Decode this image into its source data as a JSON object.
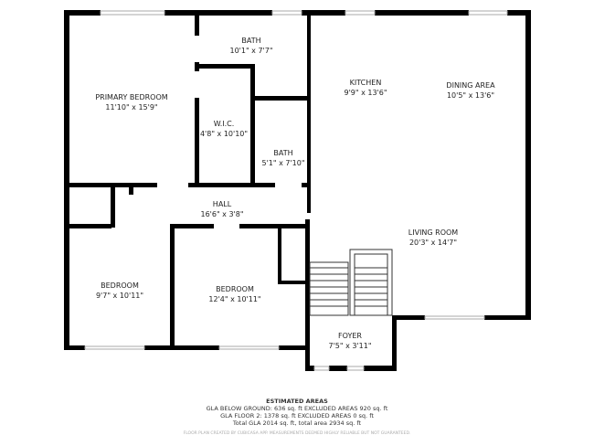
{
  "rooms": [
    {
      "name": "PRIMARY BEDROOM",
      "dims": "11'10\" x 15'9\""
    },
    {
      "name": "BATH",
      "dims": "10'1\" x 7'7\""
    },
    {
      "name": "W.I.C.",
      "dims": "4'8\" x 10'10\""
    },
    {
      "name": "BATH",
      "dims": "5'1\" x 7'10\""
    },
    {
      "name": "KITCHEN",
      "dims": "9'9\" x 13'6\""
    },
    {
      "name": "DINING AREA",
      "dims": "10'5\" x 13'6\""
    },
    {
      "name": "HALL",
      "dims": "16'6\" x 3'8\""
    },
    {
      "name": "LIVING ROOM",
      "dims": "20'3\" x 14'7\""
    },
    {
      "name": "BEDROOM",
      "dims": "9'7\" x 10'11\""
    },
    {
      "name": "BEDROOM",
      "dims": "12'4\" x 10'11\""
    },
    {
      "name": "FOYER",
      "dims": "7'5\" x 3'11\""
    }
  ],
  "areas": {
    "title": "ESTIMATED AREAS",
    "line1": "GLA BELOW GROUND: 636 sq. ft EXCLUDED AREAS 920 sq. ft",
    "line2": "GLA FLOOR 2: 1378 sq. ft EXCLUDED AREAS 0 sq. ft",
    "line3": "Total GLA 2014 sq. ft, total area 2934 sq. ft"
  },
  "disclaimer": "FLOOR PLAN CREATED BY CUBICASA APP. MEASUREMENTS DEEMED HIGHLY RELIABLE BUT NOT GUARANTEED.",
  "colors": {
    "wall": "#000000",
    "window": "#cccccc"
  }
}
